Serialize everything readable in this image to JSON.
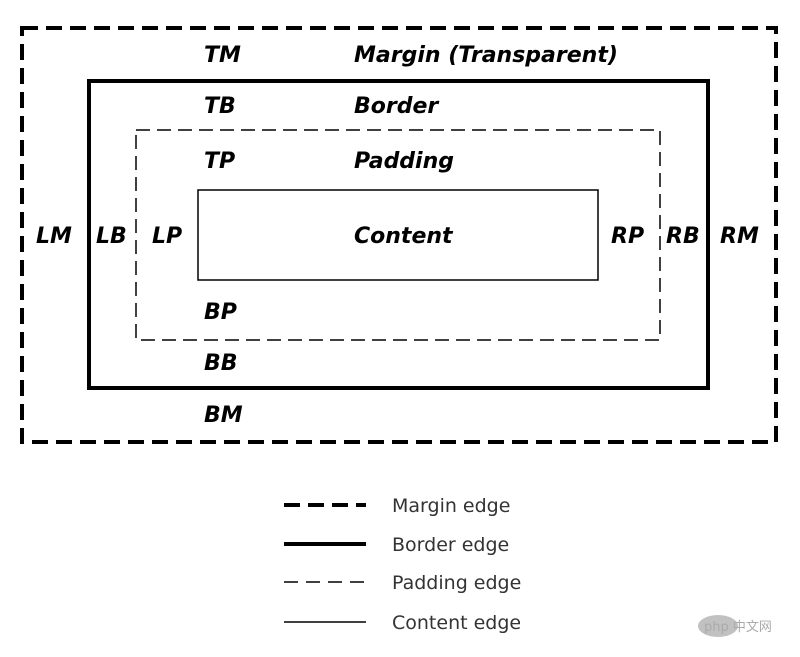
{
  "diagram": {
    "labels": {
      "tm": "TM",
      "margin_title": "Margin (Transparent)",
      "tb": "TB",
      "border_title": "Border",
      "tp": "TP",
      "padding_title": "Padding",
      "content": "Content",
      "lm": "LM",
      "lb": "LB",
      "lp": "LP",
      "rp": "RP",
      "rb": "RB",
      "rm": "RM",
      "bp": "BP",
      "bb": "BB",
      "bm": "BM"
    }
  },
  "legend": {
    "items": [
      {
        "label": "Margin edge"
      },
      {
        "label": "Border edge"
      },
      {
        "label": "Padding edge"
      },
      {
        "label": "Content edge"
      }
    ]
  },
  "watermark": {
    "text": "php 中文网"
  }
}
